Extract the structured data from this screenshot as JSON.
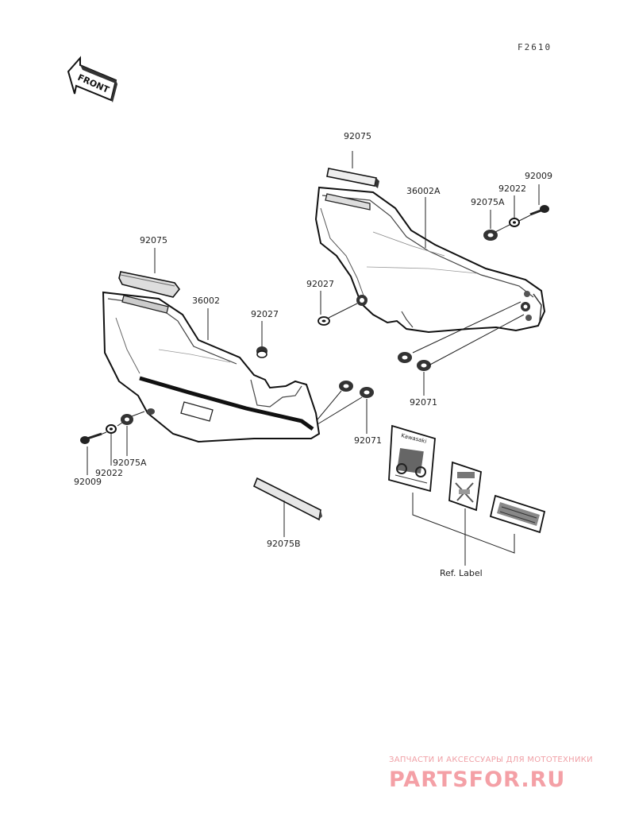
{
  "diagram_code": "F2610",
  "front_arrow_text": "FRONT",
  "labels": {
    "p92075_right": "92075",
    "p36002A": "36002A",
    "p92075A_right": "92075A",
    "p92022_right": "92022",
    "p92009_right": "92009",
    "p92075_left": "92075",
    "p36002": "36002",
    "p92027_left": "92027",
    "p92027_right": "92027",
    "p92071_right": "92071",
    "p92071_left": "92071",
    "p92075A_left": "92075A",
    "p92022_left": "92022",
    "p92009_left": "92009",
    "p92075B": "92075B",
    "ref_label": "Ref. Label"
  },
  "decal_text": "Kawasaki",
  "watermark": {
    "tagline": "ЗАПЧАСТИ И АКСЕССУАРЫ ДЛЯ МОТОТЕХНИКИ",
    "logo": "PARTSFOR.RU",
    "color": "#f4a0a6"
  }
}
